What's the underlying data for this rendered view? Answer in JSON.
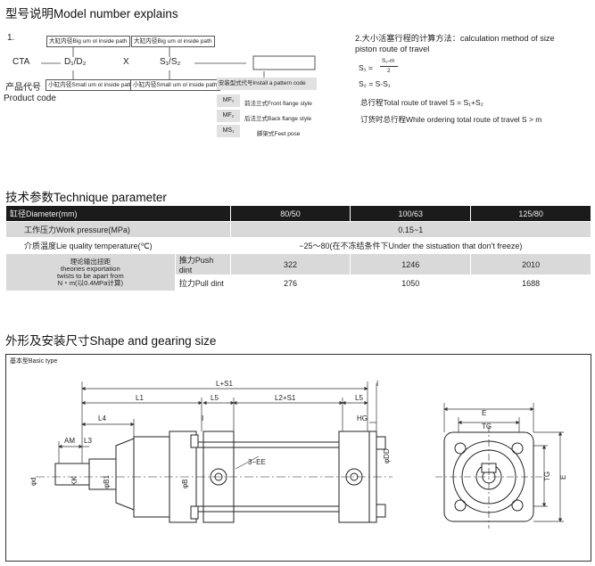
{
  "model": {
    "title": "型号说明Model number explains",
    "number": "1.",
    "cta": "CTA",
    "d1d2": "D₁/D₂",
    "x": "X",
    "s1s2": "S₁/S₂",
    "top_box_1": "大缸内径Big um ol inside path",
    "top_box_2": "大缸内径Big um ol inside path",
    "product_code_cn": "产品代号",
    "product_code_en": "Product code",
    "bottom_box_1": "小缸内径Small um ol inside path",
    "bottom_box_2": "小缸内径Small um ol inside path",
    "install_header": "安装型式代号Install a pattern code",
    "mount_codes": [
      {
        "code": "MF₁",
        "desc": "前法兰式Front flange style"
      },
      {
        "code": "MF₂",
        "desc": "后法兰式Back flange style"
      },
      {
        "code": "MS₁",
        "desc": "脚架式Feet pose"
      }
    ]
  },
  "calc": {
    "title_line1": "2.大小活塞行程的计算方法：calculation method of size",
    "title_line2": "piston route of travel",
    "f1_lhs": "S₁ =",
    "f1_num": "S₂-m",
    "f1_den": "2",
    "f2": "S₂ = S-S₁",
    "total": "总行程Total route of travel S = S₁+S₂",
    "order": "订货时总行程While ordering total route of travel S > m"
  },
  "tech": {
    "title": "技术参数Technique parameter",
    "header": [
      "缸径Diameter(mm)",
      "80/50",
      "100/63",
      "125/80"
    ],
    "pressure_label": "工作压力Work pressure(MPa)",
    "pressure_value": "0.15~1",
    "temp_label": "介质温度Lie quality temperature(℃)",
    "temp_value": "−25～80(在不冻结条件下Under the sistuation that don't freeze)",
    "force_label": [
      "理论输出扭距",
      "theories exportation",
      "twists to be apart from",
      "N・m(以0.4MPa计算)"
    ],
    "push_label": "推力Push dint",
    "push_values": [
      "322",
      "1246",
      "2010"
    ],
    "pull_label": "拉力Pull dint",
    "pull_values": [
      "276",
      "1050",
      "1688"
    ]
  },
  "shape": {
    "title": "外形及安装尺寸Shape and gearing size",
    "basic_type": "基本型Basic type",
    "dims": {
      "l_s1": "L+S1",
      "l1": "L1",
      "l2_s1": "L2+S1",
      "l5a": "L5",
      "l5b": "L5",
      "l4": "L4",
      "am": "AM",
      "l3": "L3",
      "i_top": "I",
      "i_mid": "I",
      "hg": "HG",
      "ee": "3−EE",
      "phi_dd": "φDD",
      "phi_d": "φd",
      "kk": "KK",
      "phi_b1": "φB1",
      "phi_b": "φB",
      "e_top": "E",
      "tg_top": "TG",
      "tg_side": "TG",
      "e_side": "E"
    }
  }
}
